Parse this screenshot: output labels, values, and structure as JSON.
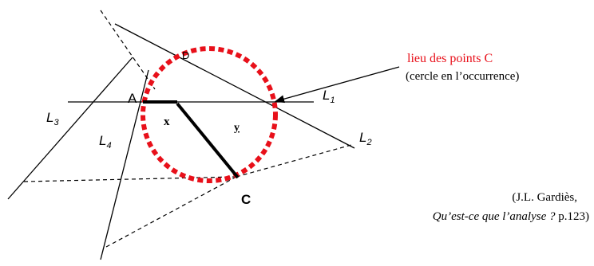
{
  "labels": {
    "A": "A",
    "C": "C",
    "D": "D",
    "x": "x",
    "y": "y",
    "L1_base": "L",
    "L1_sub": "1",
    "L2_base": "L",
    "L2_sub": "2",
    "L3_base": "L",
    "L3_sub": "3",
    "L4_base": "L",
    "L4_sub": "4"
  },
  "annotation": {
    "title": "lieu des points C",
    "subtitle": "(cercle en l’occurrence)"
  },
  "citation": {
    "line1": "(J.L. Gardiès,",
    "line2_italic": "Qu’est-ce que l’analyse ?",
    "line2_page": " p.123)"
  },
  "colors": {
    "locus": "#e8101a",
    "ink": "#000000"
  }
}
